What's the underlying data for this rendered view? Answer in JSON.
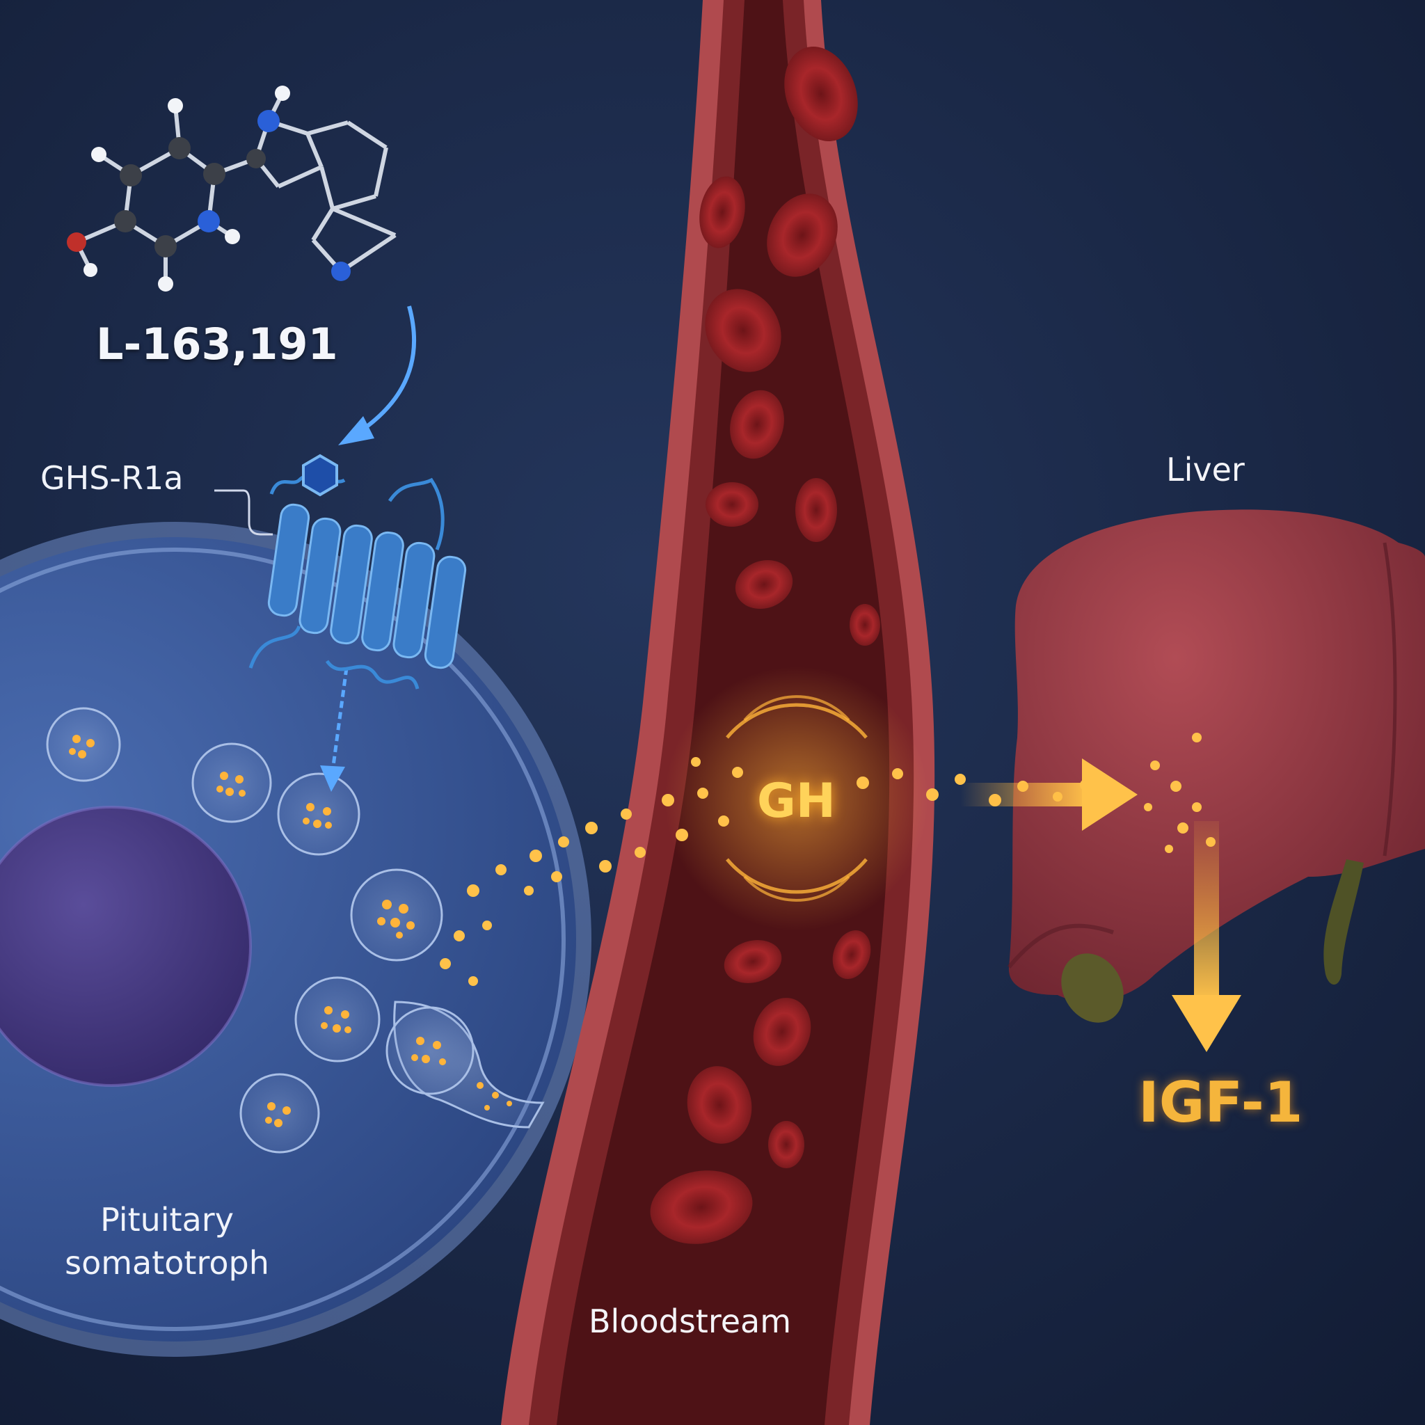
{
  "labels": {
    "drug": "L-163,191",
    "receptor": "GHS-R1a",
    "cell_line1": "Pituitary",
    "cell_line2": "somatotroph",
    "bloodstream": "Bloodstream",
    "liver": "Liver",
    "hormone": "GH",
    "product": "IGF-1"
  },
  "colors": {
    "background": "#1a2846",
    "cell": "#3f5d9c",
    "nucleus": "#4a3f86",
    "vessel": "#8a2a32",
    "liver": "#9a3a42",
    "hormone_glow": "#ffb43a",
    "receptor": "#3a8ad8"
  }
}
